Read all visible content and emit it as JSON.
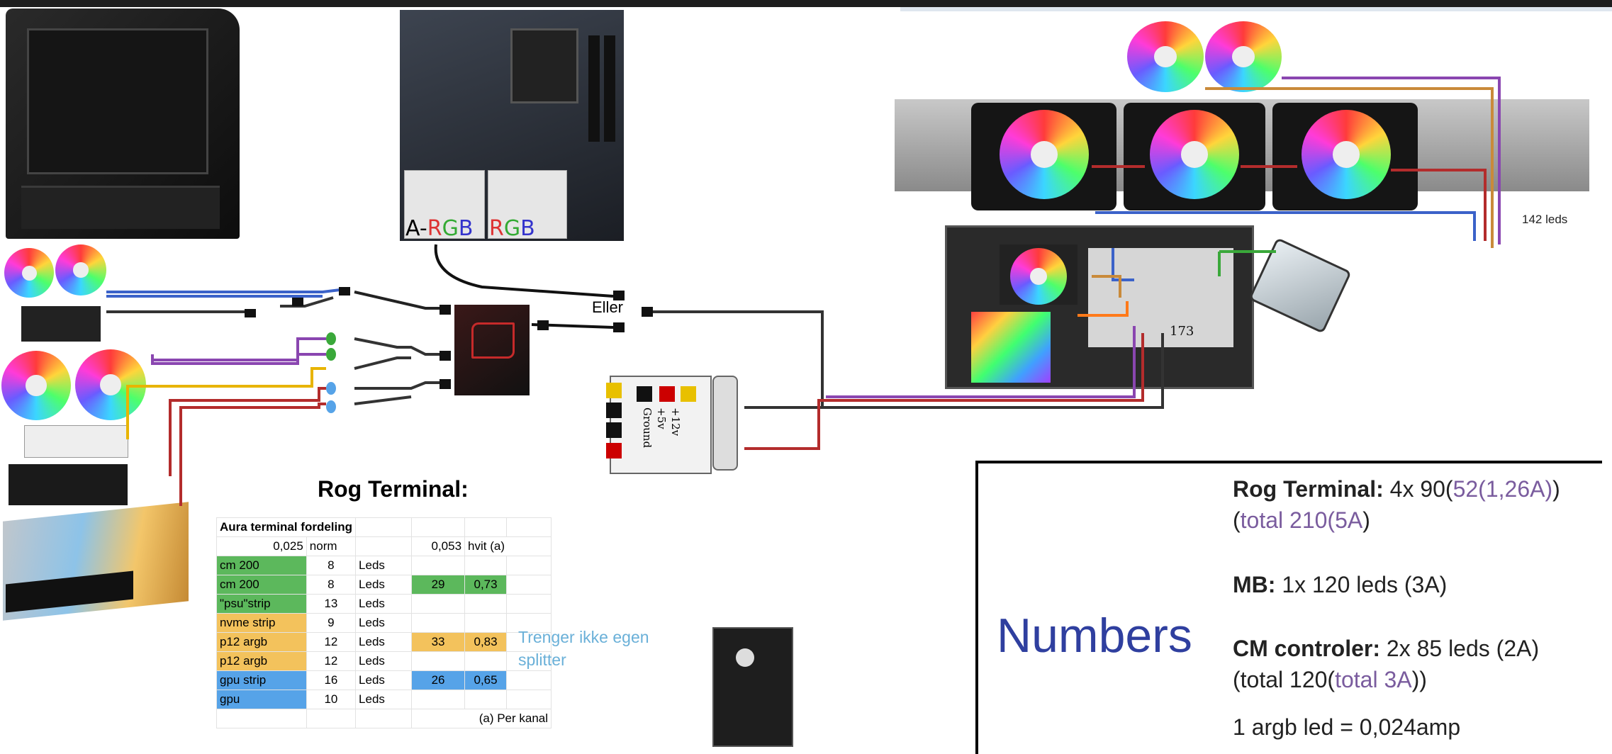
{
  "labels": {
    "mobo_header_argb": "A-RGB",
    "mobo_header_rgb": "RGB",
    "eller": "Eller",
    "leds_142": "142 leds",
    "psu_173": "173",
    "molex_12v": "+12v",
    "molex_5v": "+5v",
    "molex_ground": "Ground"
  },
  "rog_terminal": {
    "title": "Rog Terminal:",
    "sheet_title": "Aura terminal fordeling",
    "header": [
      "0,025",
      "norm",
      "",
      "0,053",
      "hvit (a)"
    ],
    "rows": [
      {
        "name": "cm 200",
        "n": "8",
        "unit": "Leds",
        "sum": "",
        "amp": "",
        "color": "green"
      },
      {
        "name": "cm 200",
        "n": "8",
        "unit": "Leds",
        "sum": "29",
        "amp": "0,73",
        "color": "green"
      },
      {
        "name": "\"psu\"strip",
        "n": "13",
        "unit": "Leds",
        "sum": "",
        "amp": "",
        "color": "green"
      },
      {
        "name": "nvme strip",
        "n": "9",
        "unit": "Leds",
        "sum": "",
        "amp": "",
        "color": "yellow"
      },
      {
        "name": "p12 argb",
        "n": "12",
        "unit": "Leds",
        "sum": "33",
        "amp": "0,83",
        "color": "yellow"
      },
      {
        "name": "p12 argb",
        "n": "12",
        "unit": "Leds",
        "sum": "",
        "amp": "",
        "color": "yellow"
      },
      {
        "name": "gpu strip",
        "n": "16",
        "unit": "Leds",
        "sum": "26",
        "amp": "0,65",
        "color": "blue"
      },
      {
        "name": "gpu",
        "n": "10",
        "unit": "Leds",
        "sum": "",
        "amp": "",
        "color": "blue"
      }
    ],
    "footnote": "(a) Per kanal",
    "splitter_note": "Trenger ikke egen splitter"
  },
  "numbers_panel": {
    "heading": "Numbers",
    "rog_label": "Rog Terminal:",
    "rog_value_a": "4x 90(",
    "rog_value_b": "52(1,26A)",
    "rog_value_c": ")",
    "rog_total_a": "(",
    "rog_total_b": "total 210(5A",
    "rog_total_c": ")",
    "mb_label": "MB:",
    "mb_value": "1x 120 leds (3A)",
    "cm_label": "CM controler:",
    "cm_value": "2x 85 leds (2A)",
    "cm_total_a": "(total 120(",
    "cm_total_b": "total 3A",
    "cm_total_c": "))",
    "argb_led": "1 argb led = 0,024amp"
  },
  "colors": {
    "wire_blue": "#3b62c9",
    "wire_purple": "#8a46b0",
    "wire_yellow": "#e8b400",
    "wire_red": "#b32c2c",
    "wire_orange": "#c98a3a",
    "numbers_heading": "#2f3f9f",
    "note": "#6ab0d8"
  }
}
